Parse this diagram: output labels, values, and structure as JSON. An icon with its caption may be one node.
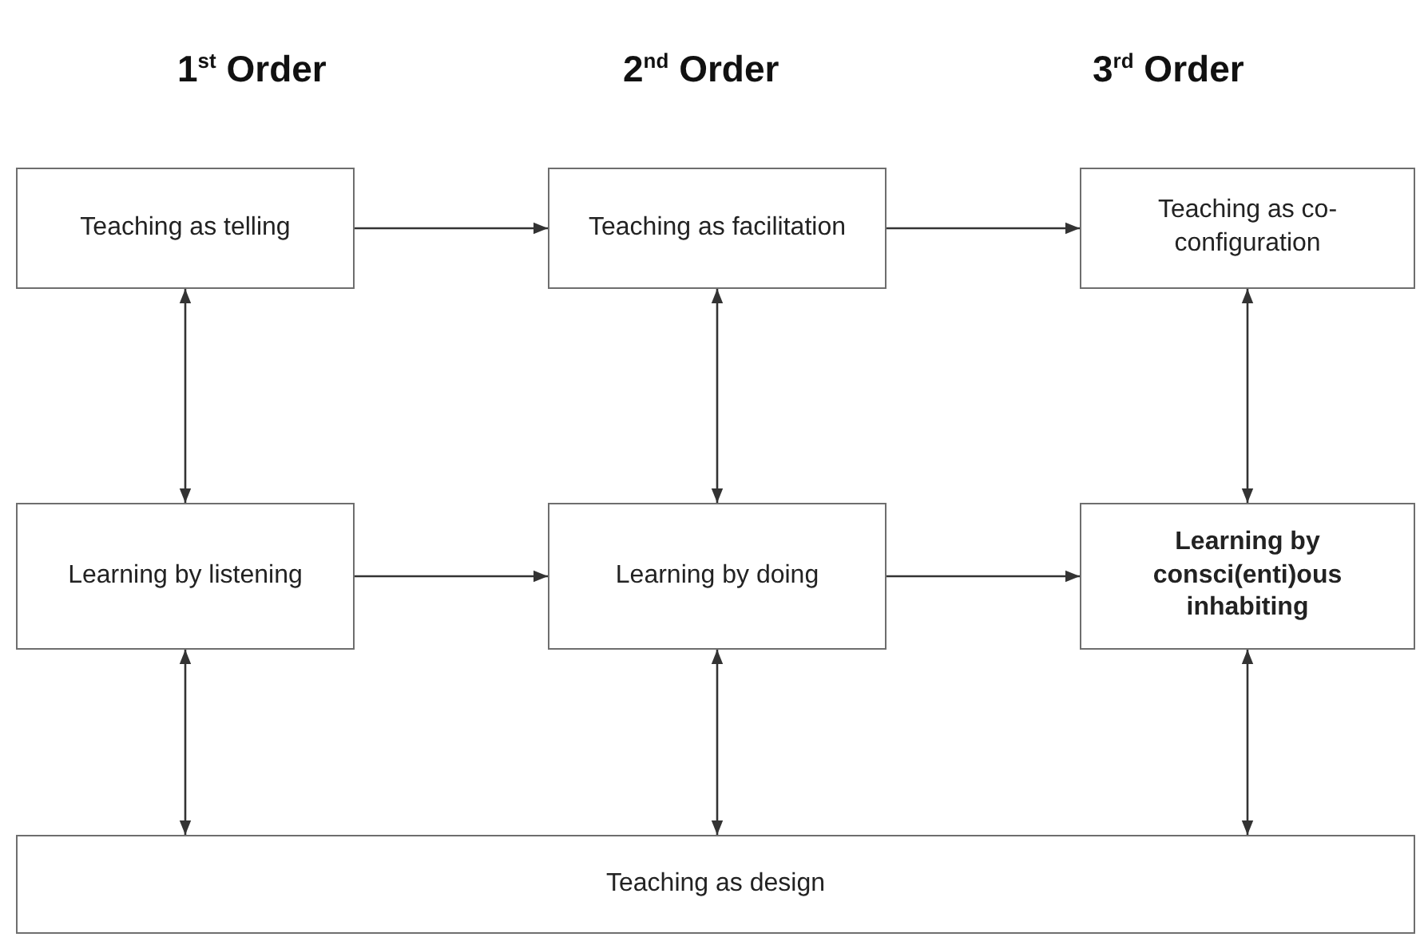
{
  "diagram": {
    "nodes": [
      {
        "text": [
          "Teaching as telling"
        ]
      },
      {
        "text": [
          "Teaching as facilitation"
        ]
      },
      {
        "text": [
          "Teaching as co-configuration"
        ]
      },
      {
        "text": [
          "Learning by listening"
        ]
      },
      {
        "text": [
          "Learning by doing"
        ]
      },
      {
        "text": [
          "Learning by consci(enti)ous inhabiting"
        ]
      },
      {
        "text": [
          "Teaching as design"
        ]
      }
    ],
    "edges": [
      {
        "from": 0,
        "to": 1,
        "arrow": "to"
      },
      {
        "from": 1,
        "to": 2,
        "arrow": "to"
      },
      {
        "from": 3,
        "to": 4,
        "arrow": "to"
      },
      {
        "from": 4,
        "to": 5,
        "arrow": "to"
      },
      {
        "from": 0,
        "to": 3,
        "arrow": "both"
      },
      {
        "from": 1,
        "to": 4,
        "arrow": "both"
      },
      {
        "from": 2,
        "to": 5,
        "arrow": "both"
      },
      {
        "from": 3,
        "to": 6,
        "arrow": "both"
      },
      {
        "from": 4,
        "to": 6,
        "arrow": "both"
      },
      {
        "from": 5,
        "to": 6,
        "arrow": "both"
      }
    ],
    "labels": [
      "1$^{st}$ Order",
      "2$^{nd}$ Order",
      "3$^{rd}$ Order"
    ]
  }
}
